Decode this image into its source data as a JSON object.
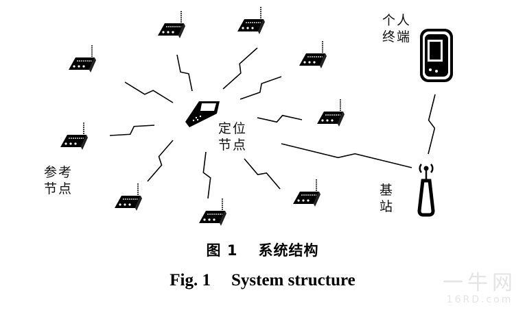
{
  "labels": {
    "locator_node": [
      "定位",
      "节点"
    ],
    "reference_node": [
      "参考",
      "节点"
    ],
    "personal_terminal": [
      "个人",
      "终端"
    ],
    "base_station": [
      "基",
      "站"
    ]
  },
  "caption": {
    "cn_number": "图 1",
    "cn_title": "系统结构",
    "en_number": "Fig. 1",
    "en_title": "System structure"
  },
  "watermark": {
    "main": "一牛网",
    "sub": "16RD.com"
  },
  "reference_node_count": 9
}
